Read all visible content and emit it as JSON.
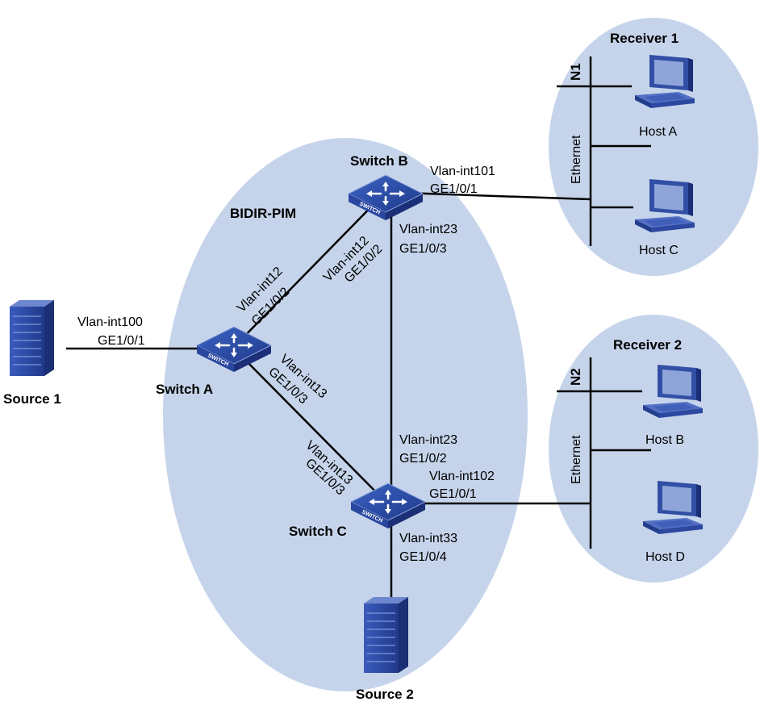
{
  "domains": {
    "bidir_pim": "BIDIR-PIM",
    "receiver1": "Receiver 1",
    "receiver2": "Receiver 2"
  },
  "devices": {
    "source1": "Source 1",
    "source2": "Source 2",
    "switch_a": "Switch A",
    "switch_b": "Switch B",
    "switch_c": "Switch C",
    "host_a": "Host A",
    "host_b": "Host B",
    "host_c": "Host C",
    "host_d": "Host D",
    "switch_icon_text": "SWITCH"
  },
  "networks": {
    "n1": "N1",
    "n2": "N2",
    "ethernet": "Ethernet"
  },
  "interfaces": {
    "a_to_source1": [
      "Vlan-int100",
      "GE1/0/1"
    ],
    "a_to_b": [
      "Vlan-int12",
      "GE1/0/2"
    ],
    "b_to_a": [
      "Vlan-int12",
      "GE1/0/2"
    ],
    "a_to_c": [
      "Vlan-int13",
      "GE1/0/3"
    ],
    "c_to_a": [
      "Vlan-int13",
      "GE1/0/3"
    ],
    "b_to_n1": [
      "Vlan-int101",
      "GE1/0/1"
    ],
    "b_to_c": [
      "Vlan-int23",
      "GE1/0/3"
    ],
    "c_to_b": [
      "Vlan-int23",
      "GE1/0/2"
    ],
    "c_to_n2": [
      "Vlan-int102",
      "GE1/0/1"
    ],
    "c_to_source2": [
      "Vlan-int33",
      "GE1/0/4"
    ]
  },
  "colors": {
    "domain_fill": "#c5d4ea",
    "device_blue": "#2f4fa8",
    "line": "#000000"
  }
}
